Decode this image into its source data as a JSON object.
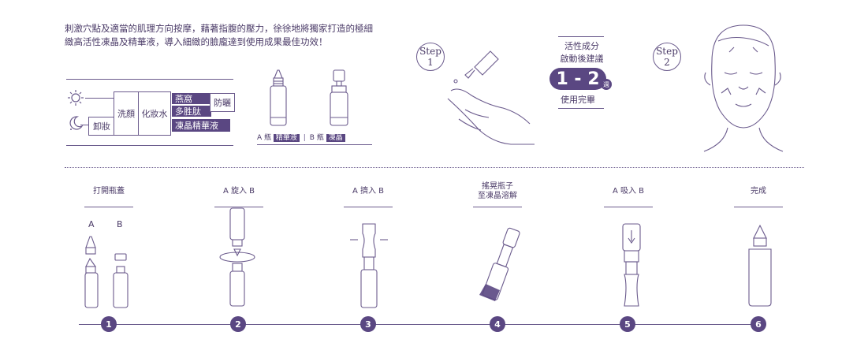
{
  "description": "刺激穴點及適當的肌理方向按摩，藉著指腹的壓力，徐徐地將獨家打造的極細緻高活性凍晶及精華液，導入細緻的臉龐達到使用成果最佳功效！",
  "routine": {
    "day_icon": "sun-icon",
    "night_icon": "moon-icon",
    "cleansing": "卸妝",
    "wash": "洗顏",
    "toner": "化妝水",
    "product_line1": "燕窩",
    "product_line2": "多胜肽",
    "product_line3": "凍晶精華液",
    "sunscreen": "防曬"
  },
  "bottles": {
    "a_label": "A 瓶",
    "a_tag": "精華液",
    "b_label": "B 瓶",
    "b_tag": "凍晶"
  },
  "step1": {
    "word": "Step",
    "num": "1"
  },
  "step2": {
    "word": "Step",
    "num": "2"
  },
  "usage": {
    "line1": "活性成分",
    "line2": "啟動後建議",
    "range": "1 - 2",
    "unit": "週",
    "line3": "使用完畢"
  },
  "steps": [
    {
      "title": "打開瓶蓋",
      "num": "1",
      "a": "A",
      "b": "B"
    },
    {
      "title": "A 旋入 B",
      "num": "2"
    },
    {
      "title": "A 擠入 B",
      "num": "3"
    },
    {
      "title": "搖晃瓶子\n至凍晶溶解",
      "title1": "搖晃瓶子",
      "title2": "至凍晶溶解",
      "num": "4"
    },
    {
      "title": "A 吸入 B",
      "num": "5"
    },
    {
      "title": "完成",
      "num": "6"
    }
  ],
  "colors": {
    "accent": "#5a4782",
    "line": "#6b5b8d"
  }
}
